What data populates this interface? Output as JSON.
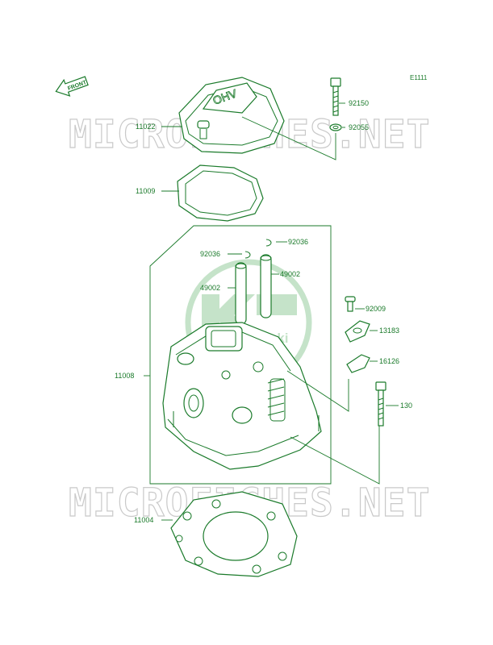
{
  "diagram_code": "E1111",
  "front_badge": "FRONT",
  "cover_stamp": "OHV",
  "watermark_text": "MICROFICHES.NET",
  "brand_logo": "Kawasaki",
  "colors": {
    "line": "#1a7a2a",
    "watermark": "#c9c9c9",
    "logo": "#bfe0c4"
  },
  "parts": [
    {
      "number": "92150"
    },
    {
      "number": "11022"
    },
    {
      "number": "92055"
    },
    {
      "number": "11009"
    },
    {
      "number": "92036"
    },
    {
      "number": "92036"
    },
    {
      "number": "49002"
    },
    {
      "number": "49002"
    },
    {
      "number": "92009"
    },
    {
      "number": "13183"
    },
    {
      "number": "16126"
    },
    {
      "number": "11008"
    },
    {
      "number": "130"
    },
    {
      "number": "11004"
    }
  ]
}
